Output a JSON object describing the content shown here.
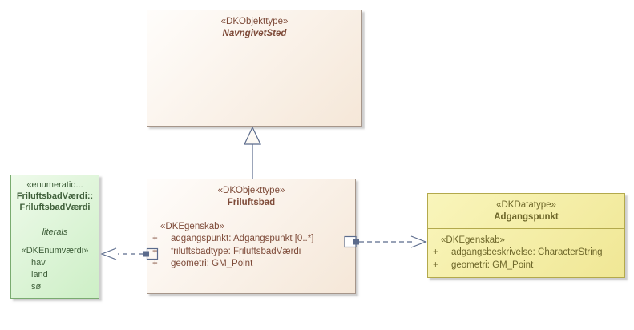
{
  "diagram_type": "UML class diagram",
  "colors": {
    "objekttype_fill_light": "#fffdfb",
    "objekttype_fill_dark": "#f5e7d8",
    "objekttype_border": "#a6968a",
    "objekttype_text": "#7e4b39",
    "enumeration_fill_light": "#eefaea",
    "enumeration_fill_dark": "#cdefc6",
    "enumeration_border": "#7aab70",
    "enumeration_text": "#3f5f3a",
    "datatype_fill_light": "#f9f5bb",
    "datatype_fill_dark": "#f0e795",
    "datatype_border": "#b3a94c",
    "datatype_text": "#6e672a",
    "connector": "#5b6b8c",
    "background": "#ffffff"
  },
  "boxes": {
    "navngivetsted": {
      "stereotype": "«DKObjekttype»",
      "name": "NavngivetSted"
    },
    "friluftsbad": {
      "stereotype": "«DKObjekttype»",
      "name": "Friluftsbad",
      "section_label": "«DKEgenskab»",
      "attributes": [
        {
          "visibility": "+",
          "text": "adgangspunkt: Adgangspunkt [0..*]"
        },
        {
          "visibility": "+",
          "text": "friluftsbadtype: FriluftsbadVærdi"
        },
        {
          "visibility": "+",
          "text": "geometri: GM_Point"
        }
      ]
    },
    "friluftsbadvaerdi": {
      "stereotype": "«enumeratio...",
      "name_line1": "FriluftsbadVærdi::",
      "name_line2": "FriluftsbadVærdi",
      "section_label": "literals",
      "literal_stereotype": "«DKEnumværdi»",
      "literals": [
        "hav",
        "land",
        "sø"
      ]
    },
    "adgangspunkt": {
      "stereotype": "«DKDatatype»",
      "name": "Adgangspunkt",
      "section_label": "«DKEgenskab»",
      "attributes": [
        {
          "visibility": "+",
          "text": "adgangsbeskrivelse: CharacterString"
        },
        {
          "visibility": "+",
          "text": "geometri: GM_Point"
        }
      ]
    }
  },
  "connectors": {
    "generalization": {
      "type": "generalization",
      "from": "Friluftsbad",
      "to": "NavngivetSted"
    },
    "dependency_left": {
      "type": "dependency",
      "from": "Friluftsbad.friluftsbadtype",
      "to": "FriluftsbadVærdi"
    },
    "dependency_right": {
      "type": "dependency",
      "from": "Friluftsbad.adgangspunkt",
      "to": "Adgangspunkt"
    }
  }
}
